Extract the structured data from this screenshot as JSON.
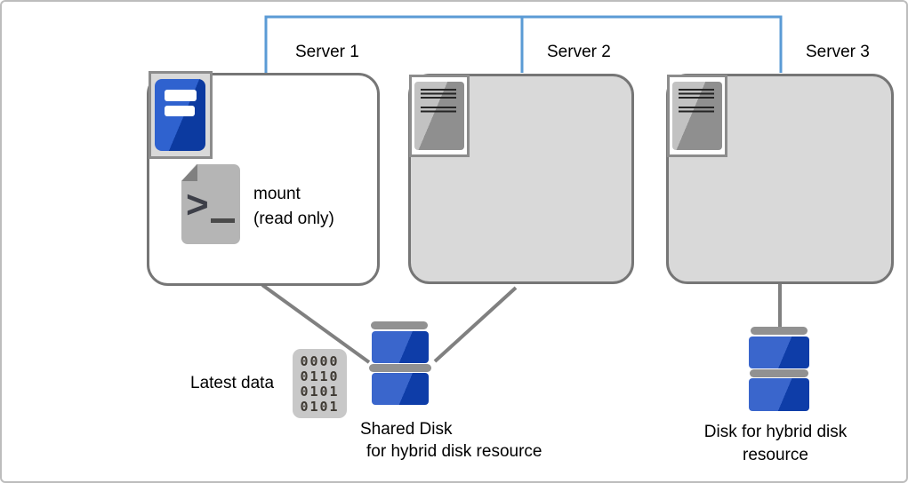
{
  "servers": [
    {
      "label": "Server 1"
    },
    {
      "label": "Server 2"
    },
    {
      "label": "Server 3"
    }
  ],
  "mount_note": {
    "line1": "mount",
    "line2": "(read only)"
  },
  "doc_icon": {
    "prompt_glyph": ">"
  },
  "latest_data": {
    "label": "Latest data",
    "binary_rows": [
      "0000",
      "0110",
      "0101",
      "0101"
    ]
  },
  "shared_disk": {
    "line1": "Shared Disk",
    "line2": "for hybrid disk resource"
  },
  "hybrid_disk": {
    "line1": "Disk for hybrid disk",
    "line2": "resource"
  },
  "icons": {
    "server1": "blue-server-tower-icon",
    "server2": "gray-server-tower-icon",
    "server3": "gray-server-tower-icon",
    "mount": "terminal-document-icon",
    "latest_data": "binary-data-icon",
    "shared_disk": "stacked-disk-icon",
    "hybrid_disk": "stacked-disk-icon"
  },
  "colors": {
    "connector_blue": "#5b9bd5",
    "connector_gray": "#808080",
    "box_border": "#767676",
    "box_fill_gray": "#d9d9d9",
    "icon_frame_border": "#8c8c8c",
    "server_blue_light": "#2f62cf",
    "server_blue_dark": "#0c3aa0",
    "disk_blue_light": "#3a66cc",
    "disk_blue_dark": "#0e3da8",
    "disk_cap_gray": "#919191",
    "doc_gray": "#b5b5b5",
    "doc_fold_gray": "#808080",
    "binary_fill": "#c8c8c8",
    "text_color": "#000000"
  }
}
